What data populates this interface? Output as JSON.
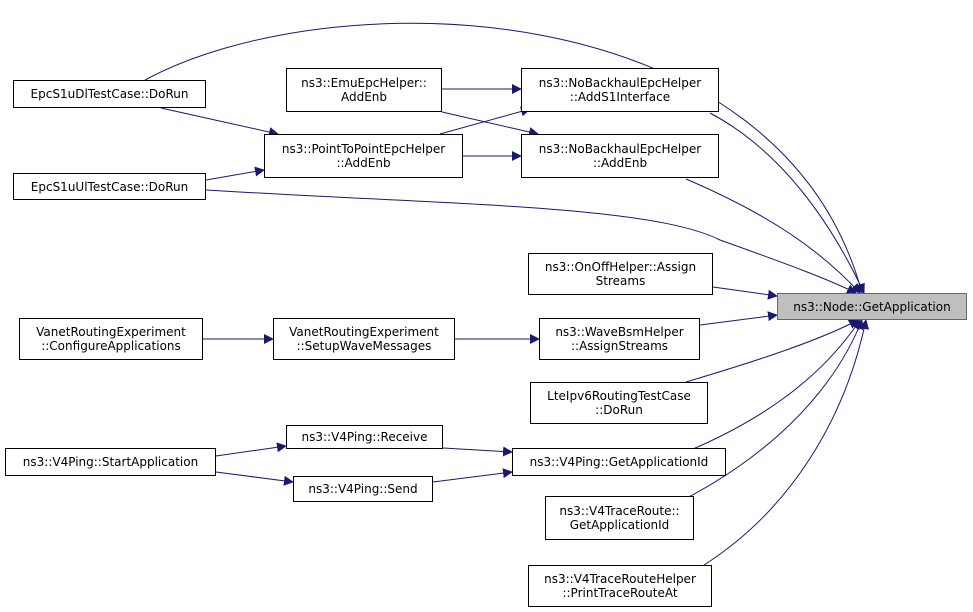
{
  "graph": {
    "edge_color": "#191970",
    "target_fill": "#bfbfbf",
    "nodes": [
      {
        "id": "target",
        "lines": [
          "ns3::Node::GetApplication"
        ]
      },
      {
        "id": "epc-s1u-dl",
        "lines": [
          "EpcS1uDlTestCase::DoRun"
        ]
      },
      {
        "id": "emu-epc-addenb",
        "lines": [
          "ns3::EmuEpcHelper::",
          "AddEnb"
        ]
      },
      {
        "id": "nobackhaul-adds1",
        "lines": [
          "ns3::NoBackhaulEpcHelper",
          "::AddS1Interface"
        ]
      },
      {
        "id": "p2p-addenb",
        "lines": [
          "ns3::PointToPointEpcHelper",
          "::AddEnb"
        ]
      },
      {
        "id": "nobackhaul-addenb",
        "lines": [
          "ns3::NoBackhaulEpcHelper",
          "::AddEnb"
        ]
      },
      {
        "id": "epc-s1u-ul",
        "lines": [
          "EpcS1uUlTestCase::DoRun"
        ]
      },
      {
        "id": "onoff-assign",
        "lines": [
          "ns3::OnOffHelper::Assign",
          "Streams"
        ]
      },
      {
        "id": "vanet-configure",
        "lines": [
          "VanetRoutingExperiment",
          "::ConfigureApplications"
        ]
      },
      {
        "id": "vanet-setup",
        "lines": [
          "VanetRoutingExperiment",
          "::SetupWaveMessages"
        ]
      },
      {
        "id": "wavebsm-assign",
        "lines": [
          "ns3::WaveBsmHelper",
          "::AssignStreams"
        ]
      },
      {
        "id": "lteipv6",
        "lines": [
          "LteIpv6RoutingTestCase",
          "::DoRun"
        ]
      },
      {
        "id": "v4ping-receive",
        "lines": [
          "ns3::V4Ping::Receive"
        ]
      },
      {
        "id": "v4ping-start",
        "lines": [
          "ns3::V4Ping::StartApplication"
        ]
      },
      {
        "id": "v4ping-getappid",
        "lines": [
          "ns3::V4Ping::GetApplicationId"
        ]
      },
      {
        "id": "v4ping-send",
        "lines": [
          "ns3::V4Ping::Send"
        ]
      },
      {
        "id": "v4trace-getappid",
        "lines": [
          "ns3::V4TraceRoute::",
          "GetApplicationId"
        ]
      },
      {
        "id": "v4tracehelper-print",
        "lines": [
          "ns3::V4TraceRouteHelper",
          "::PrintTraceRouteAt"
        ]
      }
    ]
  }
}
